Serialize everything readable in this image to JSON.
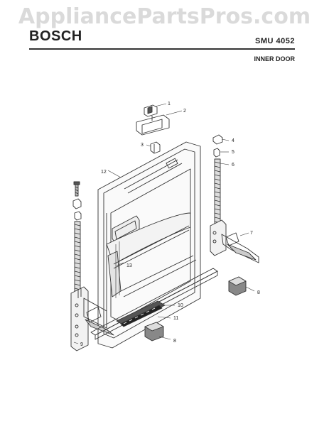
{
  "watermark": "AppliancePartsPros.com",
  "header": {
    "brand": "BOSCH",
    "model": "SMU 4052",
    "section": "INNER DOOR"
  },
  "callouts": [
    {
      "id": "c1",
      "label": "1"
    },
    {
      "id": "c2",
      "label": "2"
    },
    {
      "id": "c3",
      "label": "3"
    },
    {
      "id": "c4",
      "label": "4"
    },
    {
      "id": "c5",
      "label": "5"
    },
    {
      "id": "c6",
      "label": "6"
    },
    {
      "id": "c7",
      "label": "7"
    },
    {
      "id": "c8a",
      "label": "8"
    },
    {
      "id": "c8b",
      "label": "8"
    },
    {
      "id": "c9a",
      "label": "9"
    },
    {
      "id": "c10",
      "label": "10"
    },
    {
      "id": "c11",
      "label": "11"
    },
    {
      "id": "c12",
      "label": "12"
    },
    {
      "id": "c13",
      "label": "13"
    }
  ]
}
